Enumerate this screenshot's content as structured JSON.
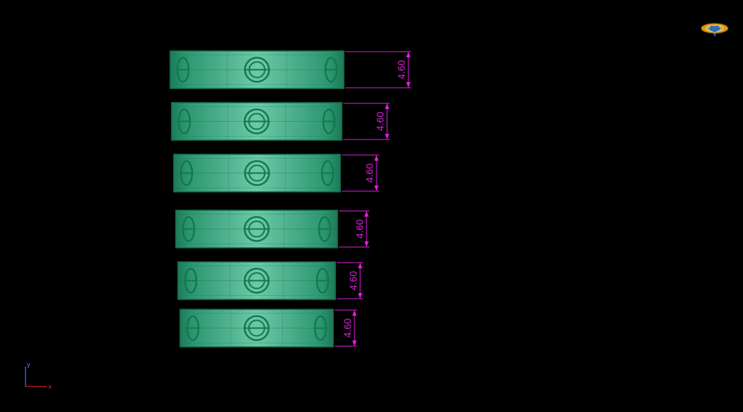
{
  "viewport": {
    "background": "#000000"
  },
  "colors": {
    "part_fill": "#2e9c74",
    "part_highlight": "#5fc3a0",
    "part_edge": "#12704f",
    "emboss": "#0f7a4e",
    "dimension": "#e01ee0",
    "axis_x": "#d21e1e",
    "axis_y": "#3c78ff",
    "axis_label_x": "#e03030",
    "axis_label_y": "#4a86ff"
  },
  "parts": [
    {
      "dimension_label": "4.60"
    },
    {
      "dimension_label": "4.60"
    },
    {
      "dimension_label": "4.60"
    },
    {
      "dimension_label": "4.60"
    },
    {
      "dimension_label": "4.60"
    },
    {
      "dimension_label": "4.60"
    }
  ],
  "axis_triad": {
    "x_label": "x",
    "y_label": "y"
  },
  "navigation_widget": {
    "icon": "view-cube-gizmo-icon"
  }
}
